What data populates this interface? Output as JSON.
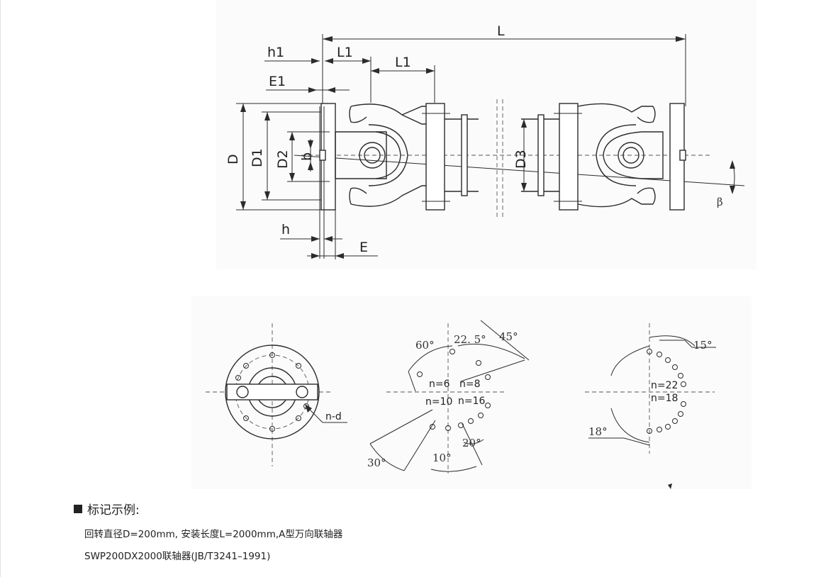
{
  "drawing": {
    "top_labels": {
      "L": "L",
      "h1": "h1",
      "L1_left": "L1",
      "L1_right": "L1",
      "E1": "E1",
      "D": "D",
      "D1": "D1",
      "D2": "D2",
      "b": "b",
      "D3": "D3",
      "h": "h",
      "E": "E",
      "beta": "β"
    },
    "bottom_labels": {
      "n_d": "n-d",
      "angle_60": "60°",
      "angle_22_5": "22. 5°",
      "angle_45": "45°",
      "n6": "n=6",
      "n8": "n=8",
      "n10": "n=10",
      "n16": "n=16",
      "angle_30": "30°",
      "angle_10": "10°",
      "angle_20": "20°",
      "angle_15": "15°",
      "n22": "n=22",
      "n18": "n=18",
      "angle_18": "18°"
    }
  },
  "marking_example": {
    "title": "标记示例:",
    "line1": "回转直径D=200mm, 安装长度L=2000mm,A型万向联轴器",
    "line2": "SWP200DX2000联轴器(JB/T3241–1991)"
  }
}
